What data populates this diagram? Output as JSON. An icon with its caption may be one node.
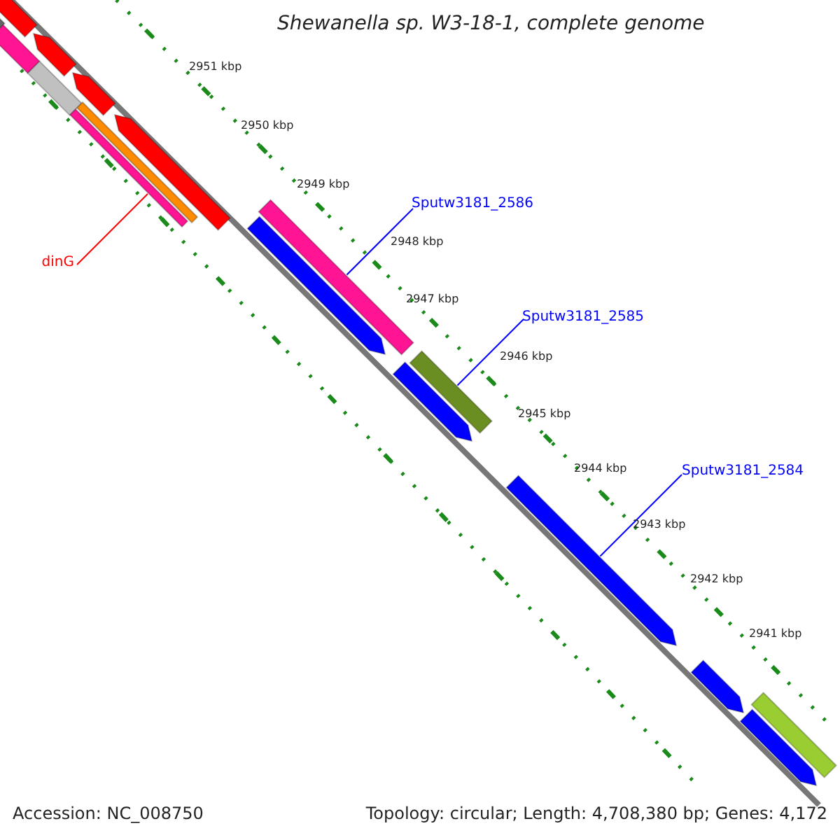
{
  "diagram": {
    "title": "Shewanella sp. W3-18-1, complete genome",
    "nodes": [
      {
        "text": [
          "dinG"
        ]
      },
      {
        "text": [],
        "shape": "bar"
      },
      {
        "text": [
          "Sputw3181_2586"
        ]
      },
      {
        "text": [],
        "shape": "bar"
      },
      {
        "text": [
          "Sputw3181_2585"
        ]
      },
      {
        "text": [],
        "shape": "bar"
      },
      {
        "text": [
          "Sputw3181_2584"
        ]
      },
      {
        "text": [],
        "shape": "bar"
      }
    ],
    "edges": [
      {
        "from": 0,
        "to": 1,
        "arrow": "none",
        "color": "#ff0000"
      },
      {
        "from": 2,
        "to": 3,
        "arrow": "none"
      },
      {
        "from": 4,
        "to": 5,
        "arrow": "none"
      },
      {
        "from": 6,
        "to": 7,
        "arrow": "none"
      }
    ],
    "labels": [
      "2951 kbp",
      "2950 kbp",
      "2949 kbp",
      "2948 kbp",
      "2947 kbp",
      "2946 kbp",
      "2945 kbp",
      "2944 kbp",
      "2943 kbp",
      "2942 kbp",
      "2941 kbp",
      "Accession: NC_008750",
      "Topology: circular; Length: 4,708,380 bp; Genes: 4,172"
    ]
  }
}
